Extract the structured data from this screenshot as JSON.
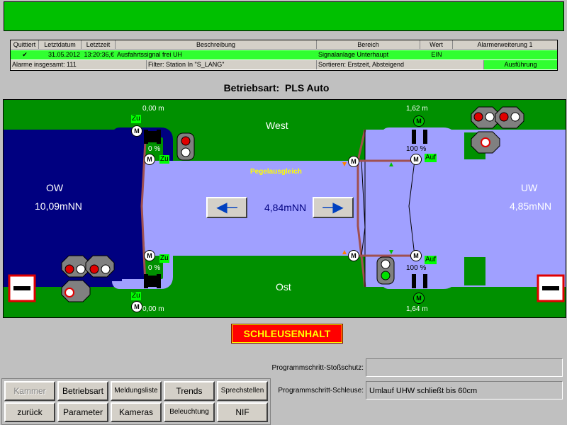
{
  "alarm": {
    "headers": [
      "Quittiert",
      "Letztdatum",
      "Letztzeit",
      "Beschreibung",
      "Bereich",
      "Wert",
      "Alarmerweiterung 1"
    ],
    "row": {
      "check": "✔",
      "date": "31.05.2012",
      "time": "13:20:36,€",
      "desc": "Ausfahrtssignal frei UH",
      "area": "Signalanlage Unterhaupt",
      "value": "EIN",
      "ext": ""
    },
    "footer": {
      "count": "Alarme insgesamt: 111",
      "filter": "Filter: Station In \"S_LANG\"",
      "sort": "Sortieren: Erstzeit, Absteigend",
      "exec": "Ausführung"
    }
  },
  "mode": {
    "label": "Betriebsart:",
    "value": "PLS Auto"
  },
  "lock": {
    "west": "West",
    "ost": "Ost",
    "ow_label": "OW",
    "ow_level": "10,09mNN",
    "uw_label": "UW",
    "uw_level": "4,85mNN",
    "chamber_level": "4,84mNN",
    "pegel": "Pegelausgleich",
    "motor": "M",
    "nw_height": "0,00 m",
    "nw_pct": "0 %",
    "nw_state1": "Zu",
    "nw_state2": "Zu",
    "sw_height": "0,00 m",
    "sw_pct": "0 %",
    "sw_state1": "Zu",
    "sw_state2": "Zu",
    "ne_height": "1,62 m",
    "ne_pct": "100 %",
    "ne_state": "Auf",
    "se_height": "1,64 m",
    "se_pct": "100 %",
    "se_state": "Auf"
  },
  "halt": "SCHLEUSENHALT",
  "buttons": {
    "kammer": "Kammer",
    "betriebsart": "Betriebsart",
    "meldungsliste": "Meldungsliste",
    "trends": "Trends",
    "sprechstellen": "Sprechstellen",
    "zurueck": "zurück",
    "parameter": "Parameter",
    "kameras": "Kameras",
    "beleuchtung": "Beleuchtung",
    "nif": "NIF"
  },
  "program": {
    "stoss_label": "Programmschritt-Stoßschutz:",
    "stoss_value": "",
    "schleuse_label": "Programmschritt-Schleuse:",
    "schleuse_value": "Umlauf UHW schließt bis 60cm"
  },
  "colors": {
    "green": "#009000",
    "chamber": "#a0a0ff",
    "ow": "#000080",
    "halt": "#ff0000"
  }
}
